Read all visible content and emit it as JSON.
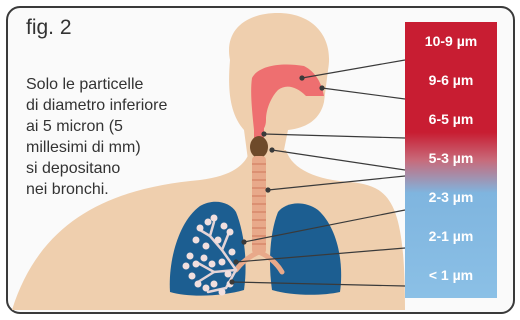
{
  "figure_label": "fig. 2",
  "caption_lines": [
    "Solo le particelle",
    "di diametro inferiore",
    "ai 5 micron (5",
    "millesimi di mm)",
    "si depositano",
    "nei bronchi."
  ],
  "scale": [
    {
      "label": "10-9 µm"
    },
    {
      "label": "9-6 µm"
    },
    {
      "label": "6-5 µm"
    },
    {
      "label": "5-3 µm"
    },
    {
      "label": "2-3 µm"
    },
    {
      "label": "2-1 µm"
    },
    {
      "label": "< 1 µm"
    }
  ],
  "colors": {
    "skin": "#efcfae",
    "airway": "#ee6f70",
    "lung": "#1c5e91",
    "scale_top": "#c81d32",
    "scale_bottom": "#8bc0e6",
    "particles": "#f1dfde"
  }
}
